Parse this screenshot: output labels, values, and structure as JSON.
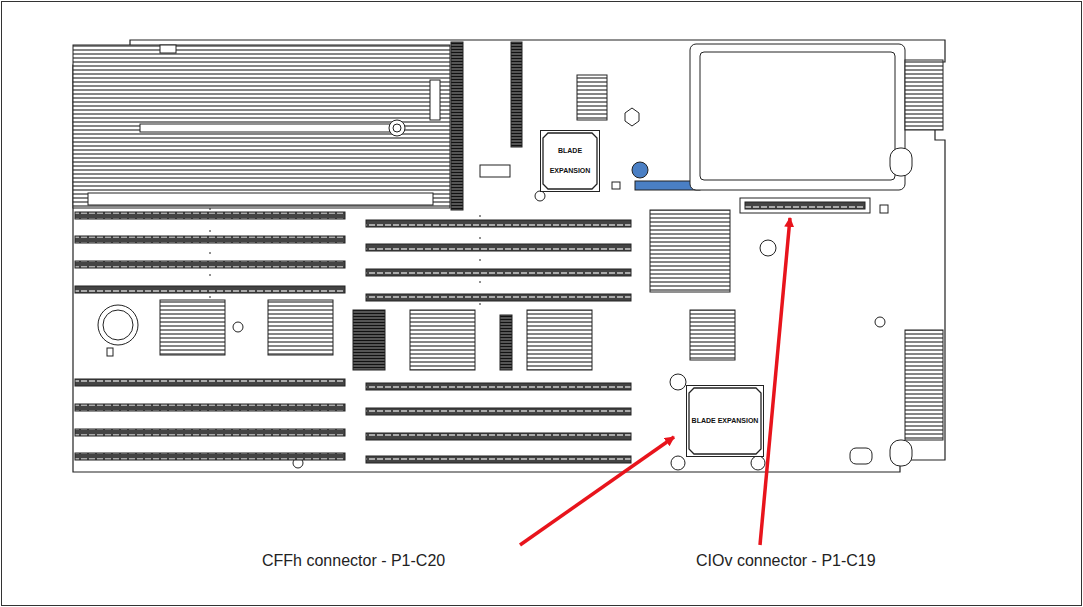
{
  "diagram": {
    "nodes": [
      {
        "text": [
          "BLADE EXPANSION"
        ]
      },
      {
        "text": [
          "BLADE EXPANSION"
        ]
      }
    ],
    "labels": [
      "CFFh connector - P1-C20",
      "CIOv connector - P1-C19"
    ]
  }
}
